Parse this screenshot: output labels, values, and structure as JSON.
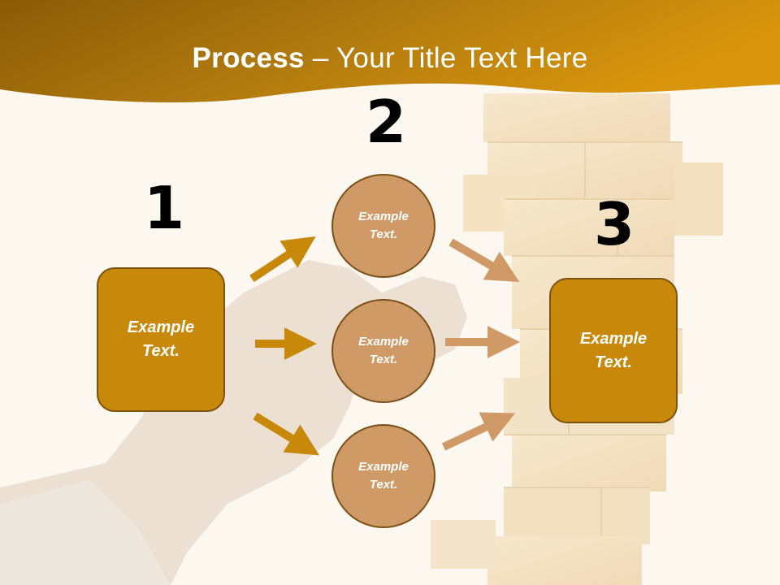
{
  "title": {
    "bold": "Process",
    "rest": " – Your Title Text Here"
  },
  "steps": {
    "one": {
      "number": "1",
      "text": "Example\nText."
    },
    "two": {
      "number": "2",
      "items": [
        "Example\nText.",
        "Example\nText.",
        "Example\nText."
      ]
    },
    "three": {
      "number": "3",
      "text": "Example\nText."
    }
  },
  "colors": {
    "header": "#b57c0e",
    "box": "#c8890b",
    "circle": "#d09a66",
    "left_arrow": "#c8890b",
    "right_arrow": "#d09a66"
  }
}
